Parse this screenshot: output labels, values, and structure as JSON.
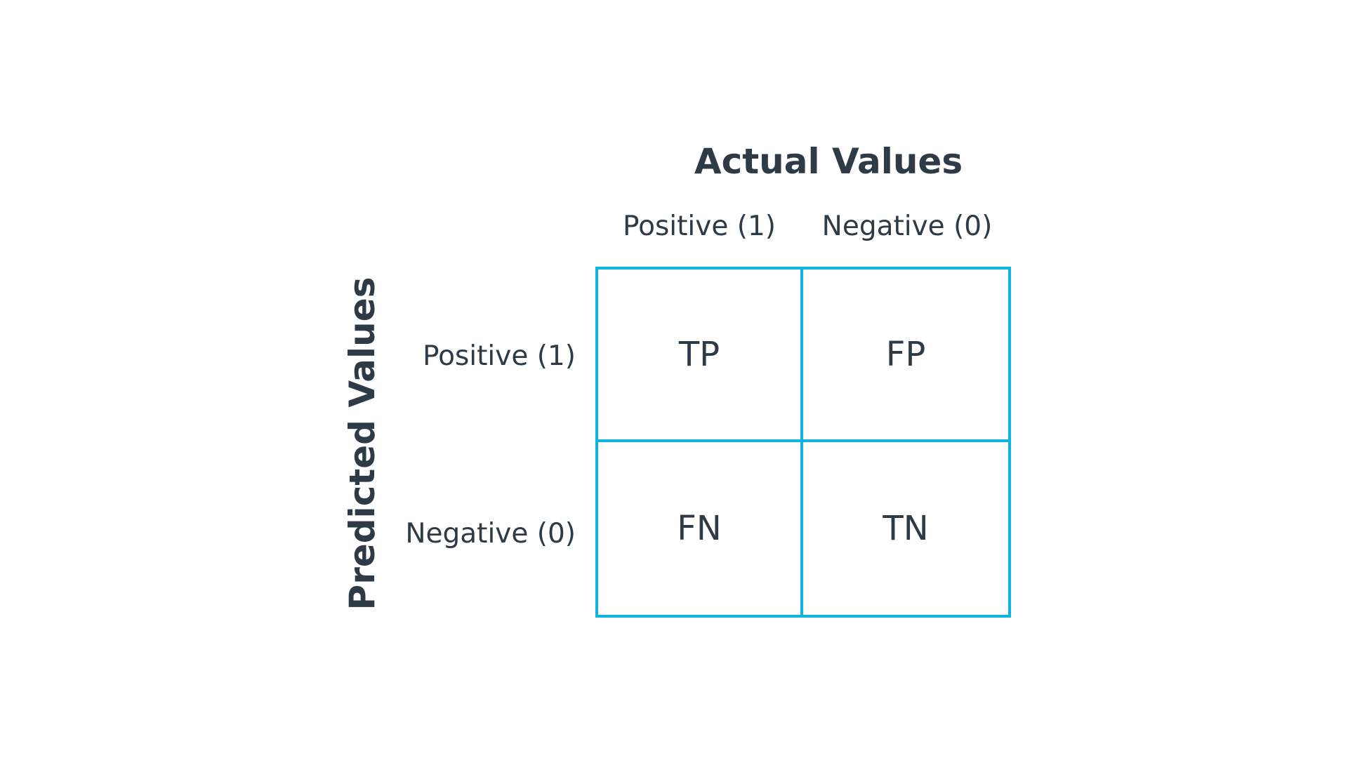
{
  "diagram": {
    "column_title": "Actual Values",
    "row_title": "Predicted Values",
    "columns": [
      "Positive (1)",
      "Negative (0)"
    ],
    "rows": [
      "Positive (1)",
      "Negative (0)"
    ],
    "cells": [
      [
        "TP",
        "FP"
      ],
      [
        "FN",
        "TN"
      ]
    ],
    "colors": {
      "grid": "#0fb3e0",
      "text": "#2e3a46",
      "background": "#ffffff"
    }
  }
}
